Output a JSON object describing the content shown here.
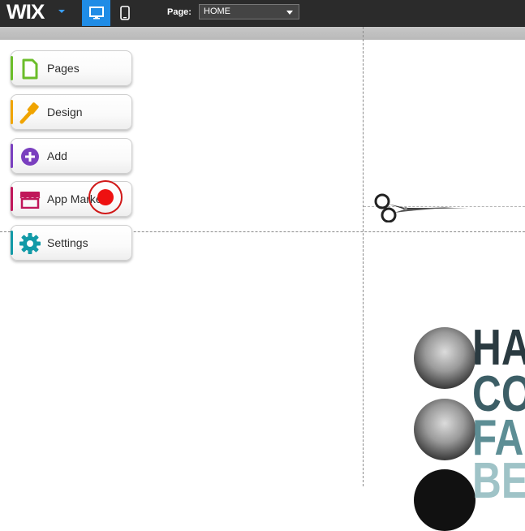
{
  "topbar": {
    "logo": "WIX",
    "page_label": "Page:",
    "page_select_value": "HOME",
    "desktop_icon": "desktop-monitor-icon",
    "mobile_icon": "mobile-phone-icon",
    "active_color": "#1f8ce6"
  },
  "sidebar": {
    "items": [
      {
        "label": "Pages",
        "icon": "pages-icon",
        "color": "#6bbd2a"
      },
      {
        "label": "Design",
        "icon": "paintbrush-icon",
        "color": "#f0a400"
      },
      {
        "label": "Add",
        "icon": "plus-circle-icon",
        "color": "#7a3fbf"
      },
      {
        "label": "App Market",
        "icon": "store-icon",
        "color": "#c0175a"
      },
      {
        "label": "Settings",
        "icon": "gear-icon",
        "color": "#129aa7"
      }
    ]
  },
  "canvas": {
    "headline_lines": [
      "HA",
      "CO",
      "FA",
      "BE"
    ],
    "headline_colors": [
      "#2a3a40",
      "#3c5e66",
      "#5d8e95",
      "#9fc3c7"
    ]
  }
}
